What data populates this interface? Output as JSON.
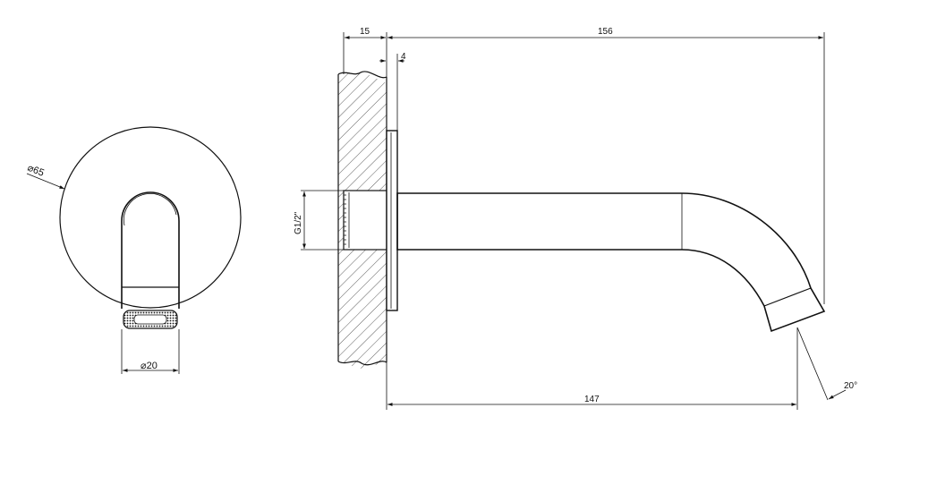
{
  "dimensions": {
    "flange_diameter": "65",
    "spout_diameter": "20",
    "wall_depth": "15",
    "overall_length": "156",
    "flange_thickness": "4",
    "thread": "G1/2\"",
    "projection": "147",
    "outlet_angle": "20°"
  },
  "colors": {
    "line": "#111111",
    "background": "#ffffff"
  }
}
